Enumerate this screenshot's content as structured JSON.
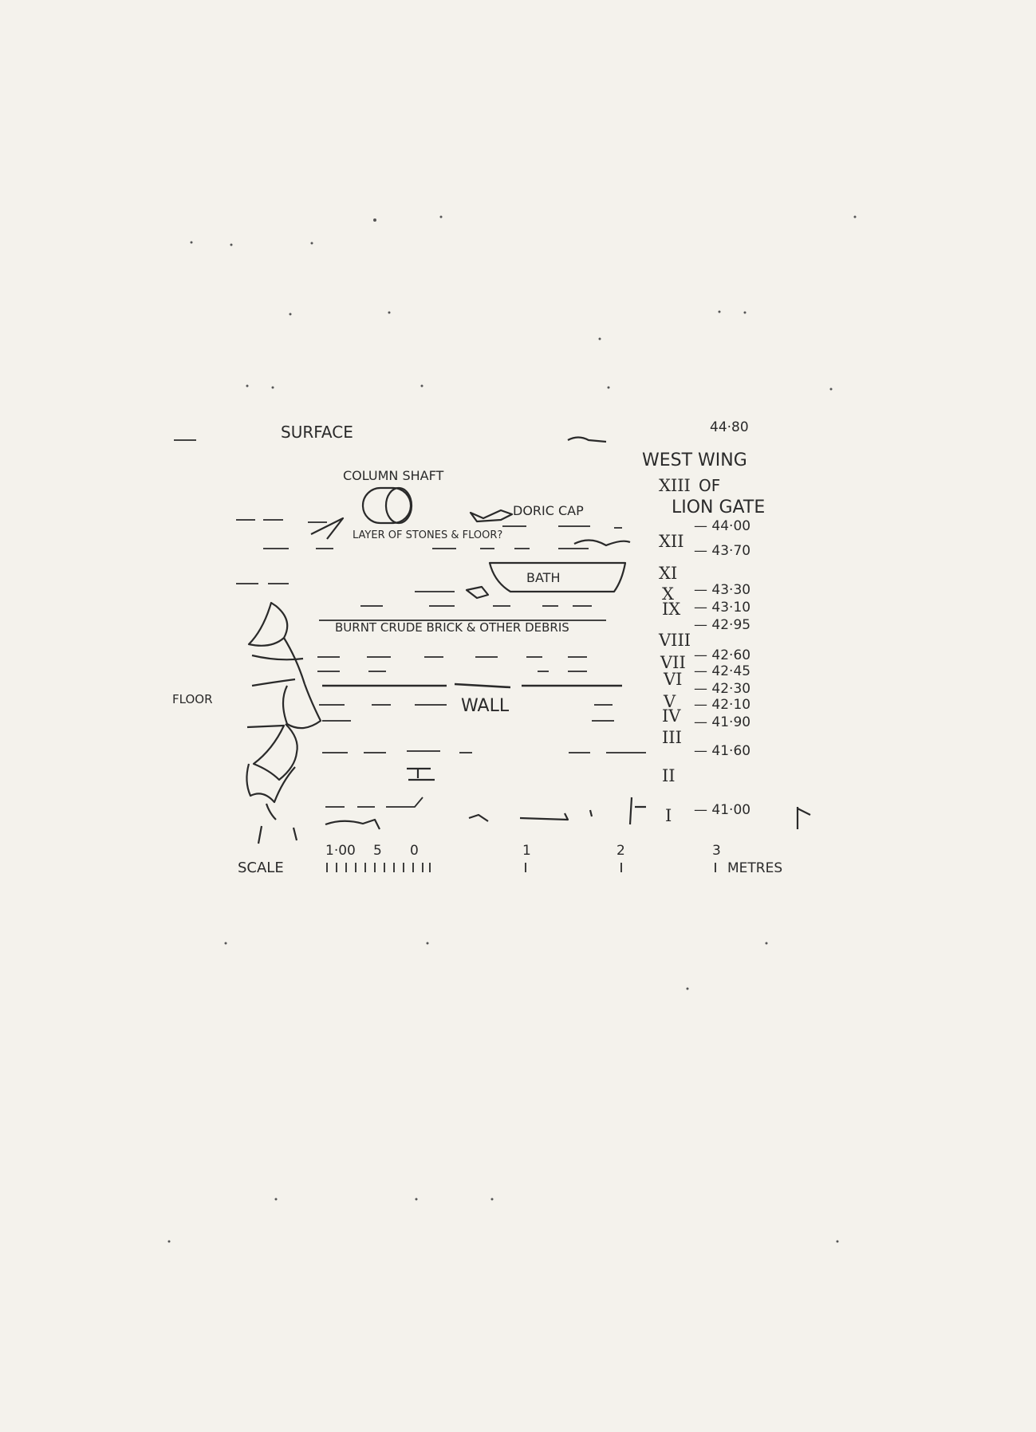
{
  "labels": {
    "surface": "SURFACE",
    "column_shaft": "COLUMN SHAFT",
    "doric_cap": "DORIC CAP",
    "layer": "LAYER OF STONES & FLOOR?",
    "bath": "BATH",
    "burnt": "BURNT CRUDE BRICK & OTHER DEBRIS",
    "wall": "WALL",
    "floor": "FLOOR",
    "title_1": "WEST WING",
    "title_2": "OF",
    "title_3": "LION GATE"
  },
  "levels": {
    "surface": "44·80",
    "xiii": "XIII",
    "xii": "XII",
    "xi": "XI",
    "x": "X",
    "ix": "IX",
    "viii": "VIII",
    "vii": "VII",
    "vi": "VI",
    "v": "V",
    "iv": "IV",
    "iii": "III",
    "ii": "II",
    "i": "I",
    "e_4400": "— 44·00",
    "e_4370": "— 43·70",
    "e_4330": "— 43·30",
    "e_4310": "— 43·10",
    "e_4295": "— 42·95",
    "e_4260": "— 42·60",
    "e_4245": "— 42·45",
    "e_4230": "— 42·30",
    "e_4210": "— 42·10",
    "e_4190": "— 41·90",
    "e_4160": "— 41·60",
    "e_4100": "— 41·00"
  },
  "scale": {
    "label": "SCALE",
    "t_100": "1·00",
    "t_5": "5",
    "t_0": "0",
    "t_1": "1",
    "t_2": "2",
    "t_3": "3",
    "unit": "METRES"
  }
}
